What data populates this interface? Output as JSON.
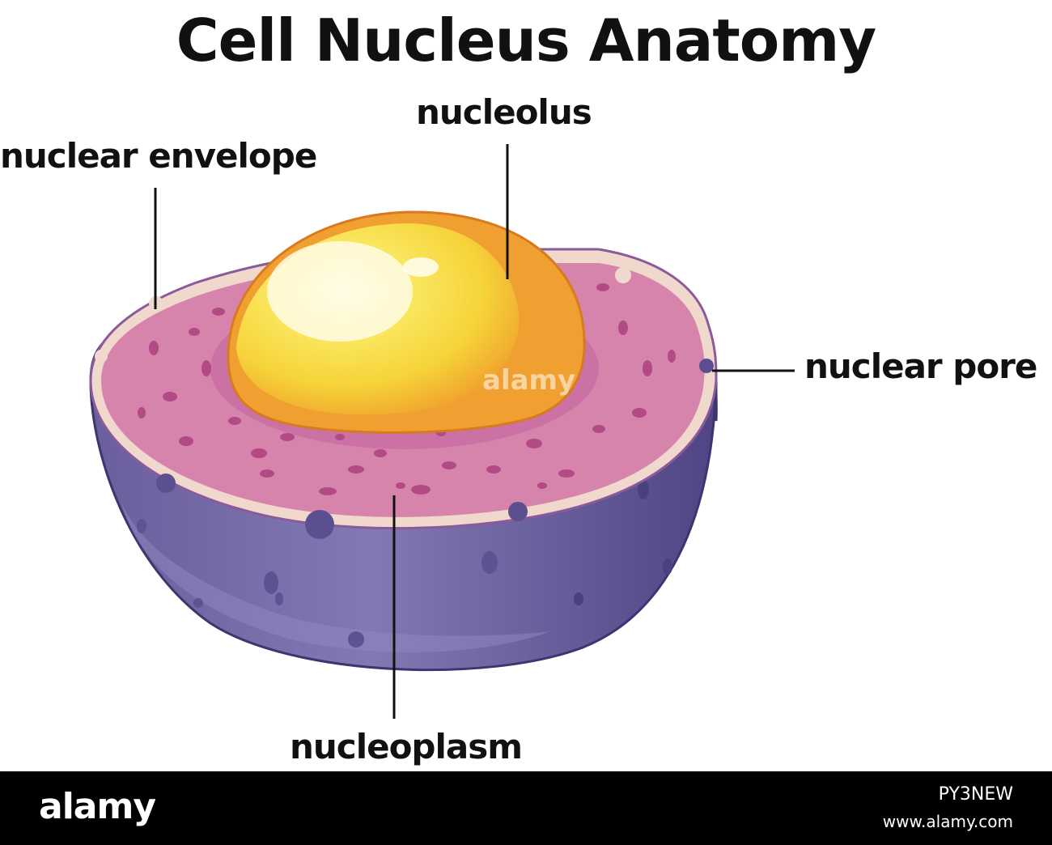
{
  "title": "Cell Nucleus Anatomy",
  "labels": {
    "nucleolus": "nucleolus",
    "nuclear_envelope": "nuclear envelope",
    "nuclear_pore": "nuclear pore",
    "nucleoplasm": "nucleoplasm"
  },
  "watermark": "alamy",
  "footer": {
    "logo": "alamy",
    "image_id": "PY3NEW",
    "site": "www.alamy.com"
  },
  "colors": {
    "shell_dark": "#5b4f8f",
    "shell_light": "#7d72ad",
    "envelope": "#f0d8cc",
    "nucleoplasm": "#d784ad",
    "dots": "#b24a86",
    "nucleolus_yellow": "#f9e04a",
    "nucleolus_orange": "#f0a030"
  }
}
